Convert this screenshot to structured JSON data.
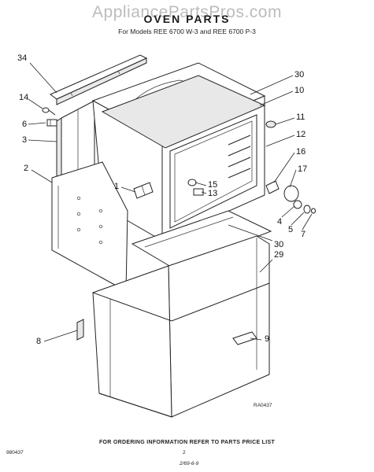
{
  "header": {
    "watermark": "AppliancePartsPros.com",
    "title": "OVEN PARTS",
    "models": "For Models REE 6700 W-3 and REE 6700 P-3"
  },
  "callouts": [
    "34",
    "14",
    "6",
    "3",
    "2",
    "1",
    "15",
    "13",
    "30",
    "10",
    "11",
    "12",
    "16",
    "17",
    "4",
    "5",
    "7",
    "30",
    "29",
    "8",
    "9"
  ],
  "diagram_code": "RA0437",
  "footer": {
    "ordering": "FOR ORDERING INFORMATION REFER TO PARTS PRICE LIST",
    "left_code": "980437",
    "page_number": "2",
    "bottom_mark": "2/69-6-9"
  }
}
